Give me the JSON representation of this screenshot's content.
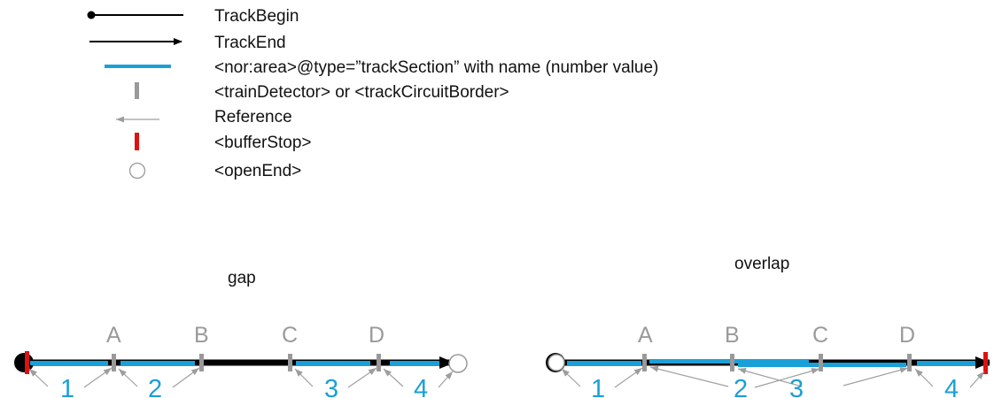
{
  "colors": {
    "track": "#000000",
    "section": "#1aa0d8",
    "detector": "#999999",
    "buffer_stop": "#e01010",
    "open_end": "#9a9a9a",
    "reference": "#a0a0a0"
  },
  "legend": [
    {
      "symbol": "track-begin-icon",
      "text": "TrackBegin"
    },
    {
      "symbol": "track-end-icon",
      "text": "TrackEnd"
    },
    {
      "symbol": "track-section-icon",
      "text": "<nor:area>@type=”trackSection” with name (number value)"
    },
    {
      "symbol": "train-detector-icon",
      "text": "<trainDetector> or <trackCircuitBorder>"
    },
    {
      "symbol": "reference-arrow-icon",
      "text": "Reference"
    },
    {
      "symbol": "buffer-stop-icon",
      "text": "<bufferStop>"
    },
    {
      "symbol": "open-end-icon",
      "text": "<openEnd>"
    }
  ],
  "diagrams": {
    "gap": {
      "caption": "gap",
      "start": "buffer-stop",
      "end": "open-end",
      "detectors": [
        "A",
        "B",
        "C",
        "D"
      ],
      "sections": [
        "1",
        "2",
        "3",
        "4"
      ]
    },
    "overlap": {
      "caption": "overlap",
      "start": "open-end",
      "end": "buffer-stop",
      "detectors": [
        "A",
        "B",
        "C",
        "D"
      ],
      "sections": [
        "1",
        "2",
        "3",
        "4"
      ]
    }
  }
}
